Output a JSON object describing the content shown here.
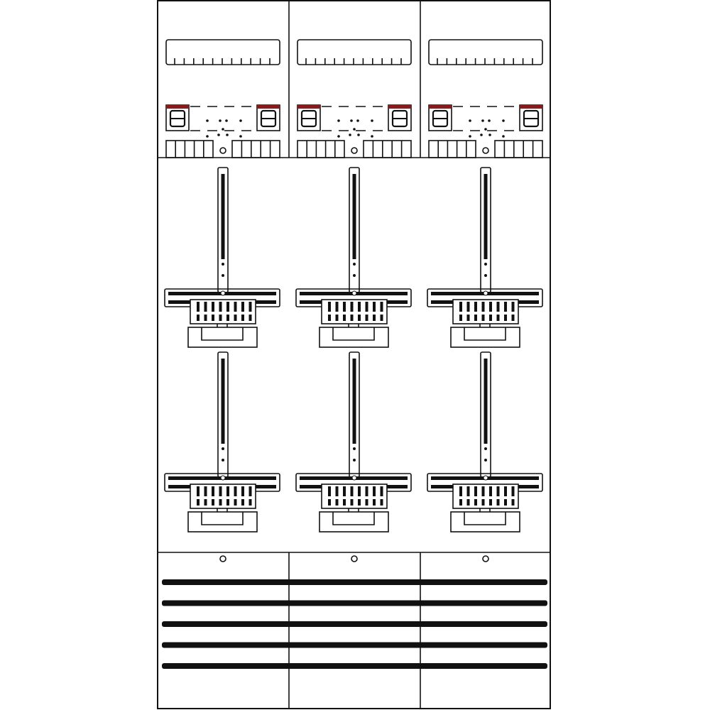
{
  "diagram": {
    "columns": 3,
    "meter_rows": 2,
    "busbars": 5,
    "terminal_ticks": 11,
    "colors": {
      "line": "#111111",
      "background": "#ffffff",
      "fuse_cap": "#8b1a1a"
    }
  }
}
